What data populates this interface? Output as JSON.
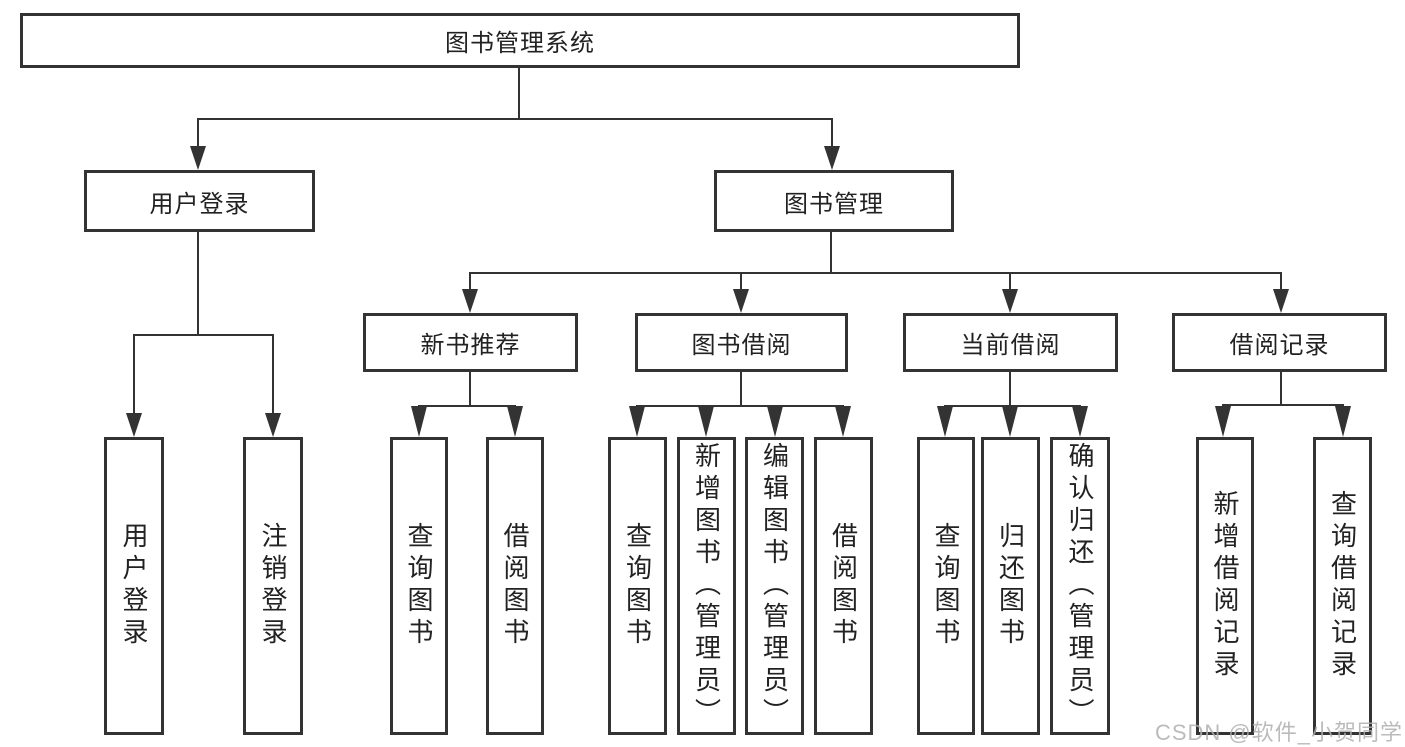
{
  "diagram_title": "图书管理系统",
  "tree": {
    "root": {
      "label": "图书管理系统"
    },
    "children": [
      {
        "label": "用户登录",
        "children": [
          {
            "label": "用户登录"
          },
          {
            "label": "注销登录"
          }
        ]
      },
      {
        "label": "图书管理",
        "children": [
          {
            "label": "新书推荐",
            "children": [
              {
                "label": "查询图书"
              },
              {
                "label": "借阅图书"
              }
            ]
          },
          {
            "label": "图书借阅",
            "children": [
              {
                "label": "查询图书"
              },
              {
                "label": "新增图书（管理员）"
              },
              {
                "label": "编辑图书（管理员）"
              },
              {
                "label": "借阅图书"
              }
            ]
          },
          {
            "label": "当前借阅",
            "children": [
              {
                "label": "查询图书"
              },
              {
                "label": "归还图书"
              },
              {
                "label": "确认归还（管理员）"
              }
            ]
          },
          {
            "label": "借阅记录",
            "children": [
              {
                "label": "新增借阅记录"
              },
              {
                "label": "查询借阅记录"
              }
            ]
          }
        ]
      }
    ]
  },
  "watermark": {
    "text": "CSDN @软件_小贺同学"
  },
  "colors": {
    "line": "#333333",
    "box_border": "#333333",
    "text": "#222222",
    "watermark": "#afafaf",
    "background": "#ffffff"
  }
}
